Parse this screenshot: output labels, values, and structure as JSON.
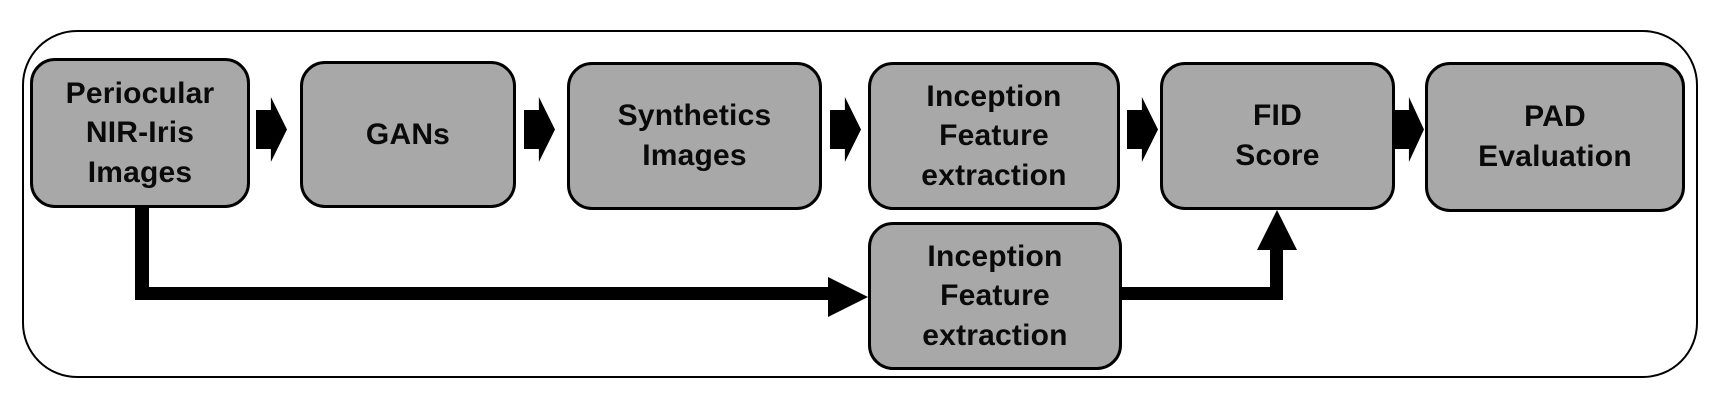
{
  "diagram": {
    "type": "flowchart",
    "direction": "left-to-right",
    "nodes": [
      {
        "id": "periocular-nir-iris-images",
        "label": "Periocular\nNIR-Iris\nImages"
      },
      {
        "id": "gans",
        "label": "GANs"
      },
      {
        "id": "synthetics-images",
        "label": "Synthetics\nImages"
      },
      {
        "id": "inception-feature-extraction-top",
        "label": "Inception\nFeature\nextraction"
      },
      {
        "id": "fid-score",
        "label": "FID\nScore"
      },
      {
        "id": "pad-evaluation",
        "label": "PAD\nEvaluation"
      },
      {
        "id": "inception-feature-extraction-bottom",
        "label": "Inception\nFeature\nextraction"
      }
    ],
    "edges": [
      {
        "from": "periocular-nir-iris-images",
        "to": "gans"
      },
      {
        "from": "gans",
        "to": "synthetics-images"
      },
      {
        "from": "synthetics-images",
        "to": "inception-feature-extraction-top"
      },
      {
        "from": "inception-feature-extraction-top",
        "to": "fid-score"
      },
      {
        "from": "fid-score",
        "to": "pad-evaluation"
      },
      {
        "from": "periocular-nir-iris-images",
        "to": "inception-feature-extraction-bottom"
      },
      {
        "from": "inception-feature-extraction-bottom",
        "to": "fid-score"
      }
    ],
    "colors": {
      "node_fill": "#a8a8a8",
      "stroke": "#000000",
      "background": "#ffffff"
    }
  }
}
